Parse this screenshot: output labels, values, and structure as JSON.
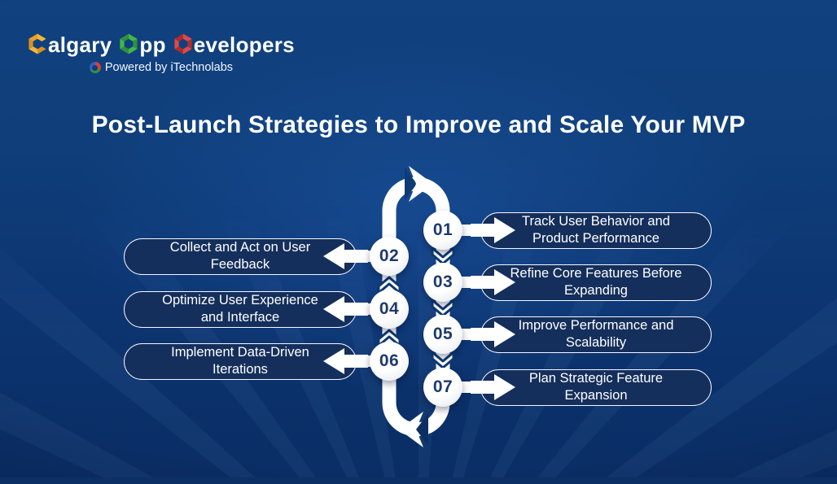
{
  "page": {
    "title": "Post-Launch Strategies to Improve and Scale Your MVP"
  },
  "logo": {
    "name_after_c": "algary",
    "name_after_a": "pp",
    "name_after_d": "evelopers",
    "tagline": "Powered by iTechnolabs"
  },
  "diagram": {
    "left_items": [
      {
        "number": "02",
        "label": "Collect and Act on User\nFeedback"
      },
      {
        "number": "04",
        "label": "Optimize User Experience\nand Interface"
      },
      {
        "number": "06",
        "label": "Implement Data-Driven\nIterations"
      }
    ],
    "right_items": [
      {
        "number": "01",
        "label": "Track User Behavior and\nProduct Performance"
      },
      {
        "number": "03",
        "label": "Refine Core Features Before\nExpanding"
      },
      {
        "number": "05",
        "label": "Improve Performance and\nScalability"
      },
      {
        "number": "07",
        "label": "Plan Strategic Feature\nExpansion"
      }
    ]
  },
  "colors": {
    "background_top": "#11417f",
    "background_bottom": "#0a2c63",
    "box_fill": "#152f5c",
    "box_border": "#ffffff",
    "circle_number": "#1d3a6b",
    "flow_shapes": "#ffffff",
    "brand_c_hex": "#f4b53a",
    "brand_a_hex": "#43b649",
    "brand_d_hex": "#d94b4b"
  }
}
